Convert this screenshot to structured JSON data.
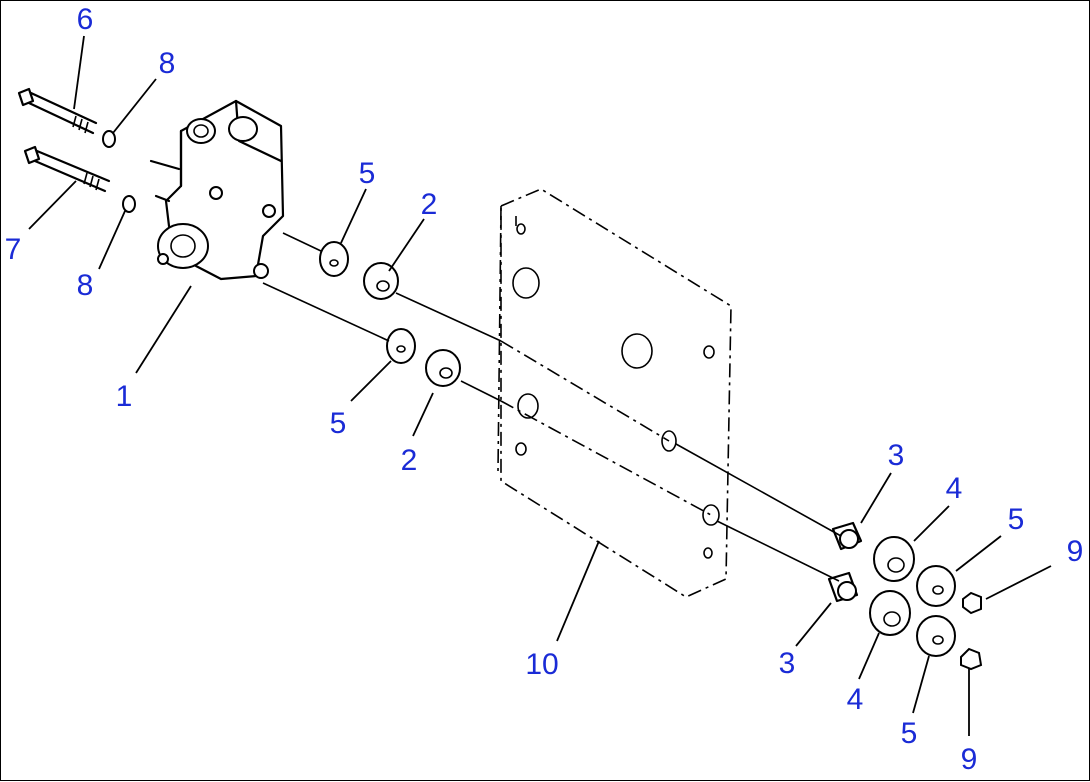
{
  "diagram": {
    "callouts": [
      "6",
      "8",
      "7",
      "8",
      "1",
      "5",
      "2",
      "5",
      "2",
      "10",
      "3",
      "4",
      "5",
      "9",
      "3",
      "4",
      "5",
      "9"
    ]
  }
}
